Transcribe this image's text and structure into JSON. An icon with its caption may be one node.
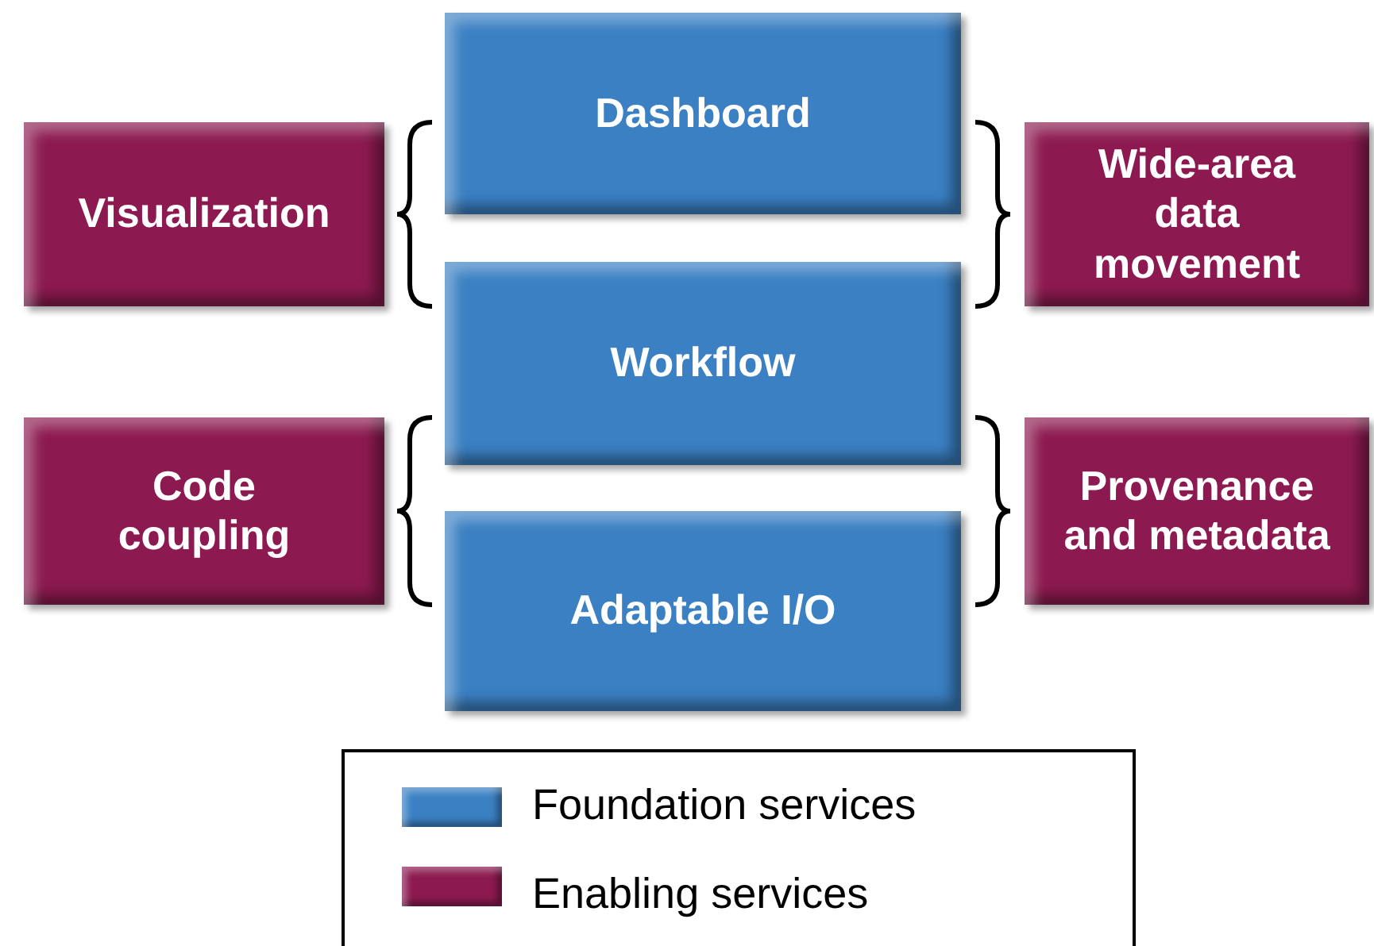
{
  "diagram": {
    "nodes": [
      {
        "text": [
          "Dashboard"
        ]
      },
      {
        "text": [
          "Visualization"
        ]
      },
      {
        "text": [
          "Wide-area data movement"
        ]
      },
      {
        "text": [
          "Workflow"
        ]
      },
      {
        "text": [
          "Code coupling"
        ]
      },
      {
        "text": [
          "Provenance and metadata"
        ]
      },
      {
        "text": [
          "Adaptable I/O"
        ]
      }
    ],
    "legend": [
      {
        "text": "Foundation services",
        "color": "#3b80c3"
      },
      {
        "text": "Enabling services",
        "color": "#8c1a50"
      }
    ]
  }
}
